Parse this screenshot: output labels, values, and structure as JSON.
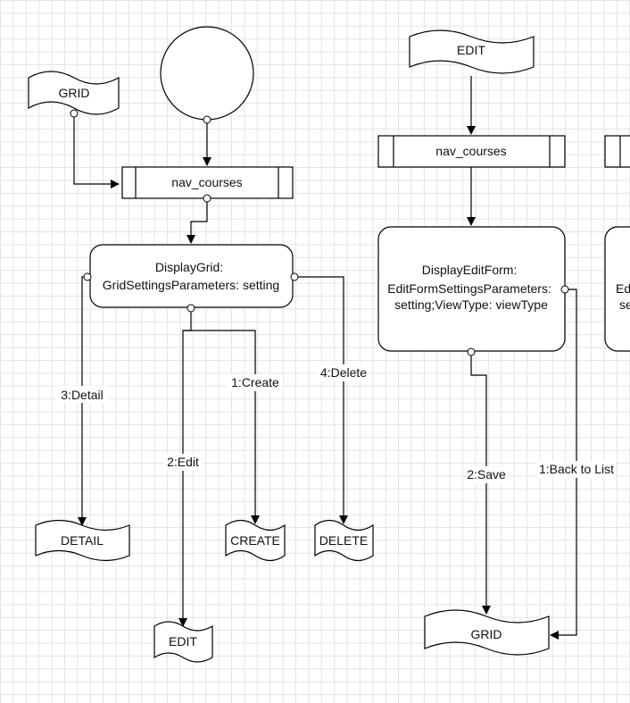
{
  "nodes": {
    "start_circle": "",
    "grid_doc_left": "GRID",
    "nav_courses_left": "nav_courses",
    "display_grid": [
      "DisplayGrid:",
      "GridSettingsParameters: setting"
    ],
    "detail_doc": "DETAIL",
    "create_doc": "CREATE",
    "delete_doc": "DELETE",
    "edit_doc_bottom": "EDIT",
    "edit_doc_top": "EDIT",
    "nav_courses_right": "nav_courses",
    "display_edit_form": [
      "DisplayEditForm:",
      "EditFormSettingsParameters:",
      "setting;ViewType: viewType"
    ],
    "grid_doc_right": "GRID",
    "partial_node": [
      "Edi",
      "se"
    ]
  },
  "edges": {
    "detail": "3:Detail",
    "edit": "2:Edit",
    "create": "1:Create",
    "delete": "4:Delete",
    "save": "2:Save",
    "back_to_list": "1:Back to List"
  }
}
